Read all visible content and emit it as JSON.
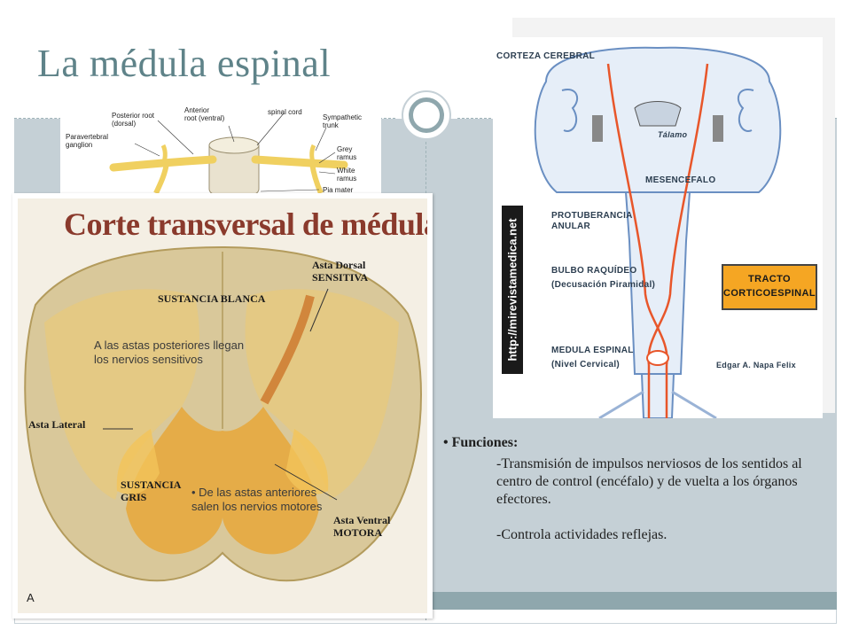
{
  "slide": {
    "title": "La médula espinal"
  },
  "anatomy_top": {
    "labels": {
      "posterior_root": "Posterior root\n(dorsal)",
      "anterior_root": "Anterior\nroot (ventral)",
      "spinal_cord": "spinal cord",
      "sympathetic_trunk": "Sympathetic\ntrunk",
      "paravertebral_ganglion": "Paravertebral\nganglion",
      "grey_ramus": "Grey\nramus",
      "white_ramus": "White\nramus",
      "pia_mater": "Pia mater"
    }
  },
  "cross_section": {
    "title": "Corte transversal de médula",
    "labels": {
      "sustancia_blanca": "SUSTANCIA BLANCA",
      "asta_dorsal": "Asta Dorsal\nSENSITIVA",
      "asta_lateral": "Asta Lateral",
      "sustancia_gris": "SUSTANCIA\nGRIS",
      "asta_ventral": "Asta Ventral\nMOTORA",
      "corner": "A"
    },
    "notes": {
      "posterior": "A las astas posteriores llegan los nervios sensitivos",
      "anterior": "De las astas anteriores salen los nervios motores"
    }
  },
  "brain_figure": {
    "labels": {
      "corteza": "CORTEZA CEREBRAL",
      "talamo": "Tálamo",
      "mesencefalo": "MESENCEFALO",
      "protuberancia": "PROTUBERANCIA\nANULAR",
      "bulbo": "BULBO RAQUÍDEO",
      "decusacion": "(Decusación Piramidal)",
      "medula": "MEDULA ESPINAL",
      "nivel": "(Nivel Cervical)",
      "author": "Edgar A. Napa Felix"
    },
    "watermark": "http://mirevistamedica.net",
    "tracto": [
      "TRACTO",
      "CORTICOESPINAL"
    ]
  },
  "functions": {
    "heading": "Funciones:",
    "items": [
      "-Transmisión de impulsos nerviosos de los sentidos al centro de control (encéfalo) y de vuelta a los órganos efectores.",
      "-Controla actividades reflejas."
    ]
  },
  "colors": {
    "title": "#5f8389",
    "band": "#c5d0d6",
    "accent": "#8fa7ad",
    "cross_title": "#8a3a2c",
    "tract": "#e8562a"
  }
}
